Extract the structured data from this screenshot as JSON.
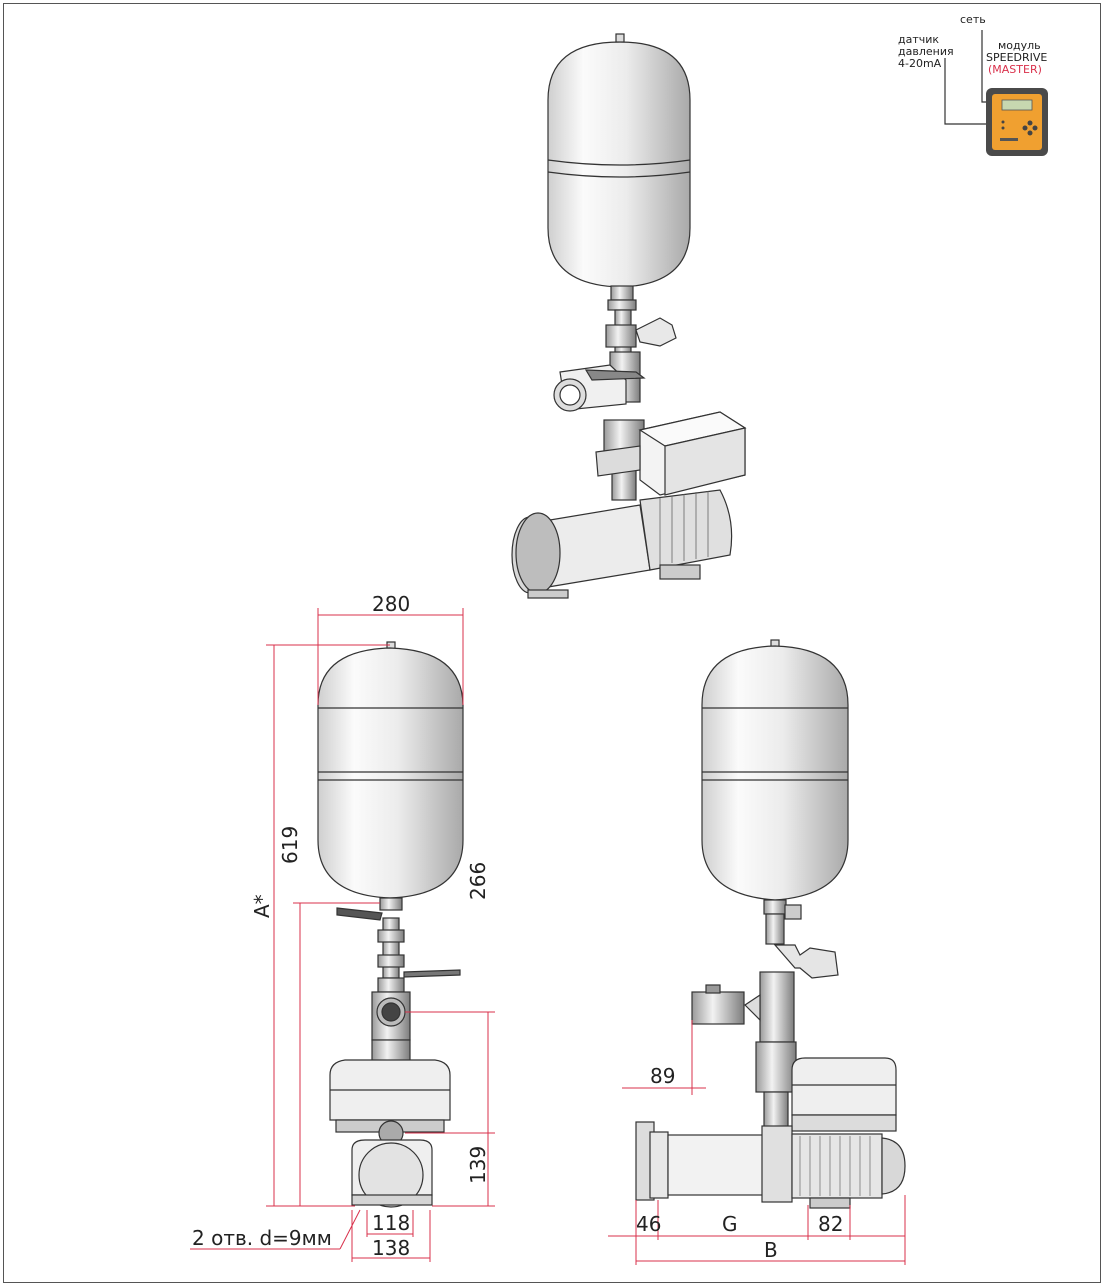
{
  "labels": {
    "network": "сеть",
    "sensor_line1": "датчик",
    "sensor_line2": "давления",
    "sensor_line3": "4-20mA",
    "module_line1": "модуль",
    "module_line2": "SPEEDRIVE",
    "module_line3": "(MASTER)"
  },
  "dimensions": {
    "tank_width": "280",
    "height_total": "A*",
    "height_619": "619",
    "height_266": "266",
    "height_139": "139",
    "holes": "2 отв. d=9мм",
    "base_118": "118",
    "base_138": "138",
    "offset_89": "89",
    "dim_46": "46",
    "dim_G": "G",
    "dim_82": "82",
    "dim_B": "B"
  },
  "colors": {
    "dimension_line": "#d9304b",
    "outline": "#333333",
    "module_body": "#f0a030"
  }
}
